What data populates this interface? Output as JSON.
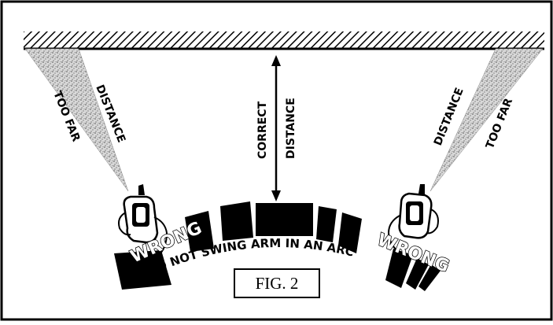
{
  "diagram": {
    "labels": {
      "left_too_far": "TOO FAR",
      "left_distance": "DISTANCE",
      "correct": "CORRECT",
      "correct_distance": "DISTANCE",
      "right_distance": "DISTANCE",
      "right_too_far": "TOO FAR",
      "wrong_left": "WRONG",
      "wrong_right": "WRONG",
      "arc_caption": "DO NOT SWING ARM IN AN ARC",
      "figure_label": "FIG. 2"
    },
    "colors": {
      "ink": "#000000",
      "background": "#ffffff",
      "spray": "#9a9a9a"
    }
  }
}
